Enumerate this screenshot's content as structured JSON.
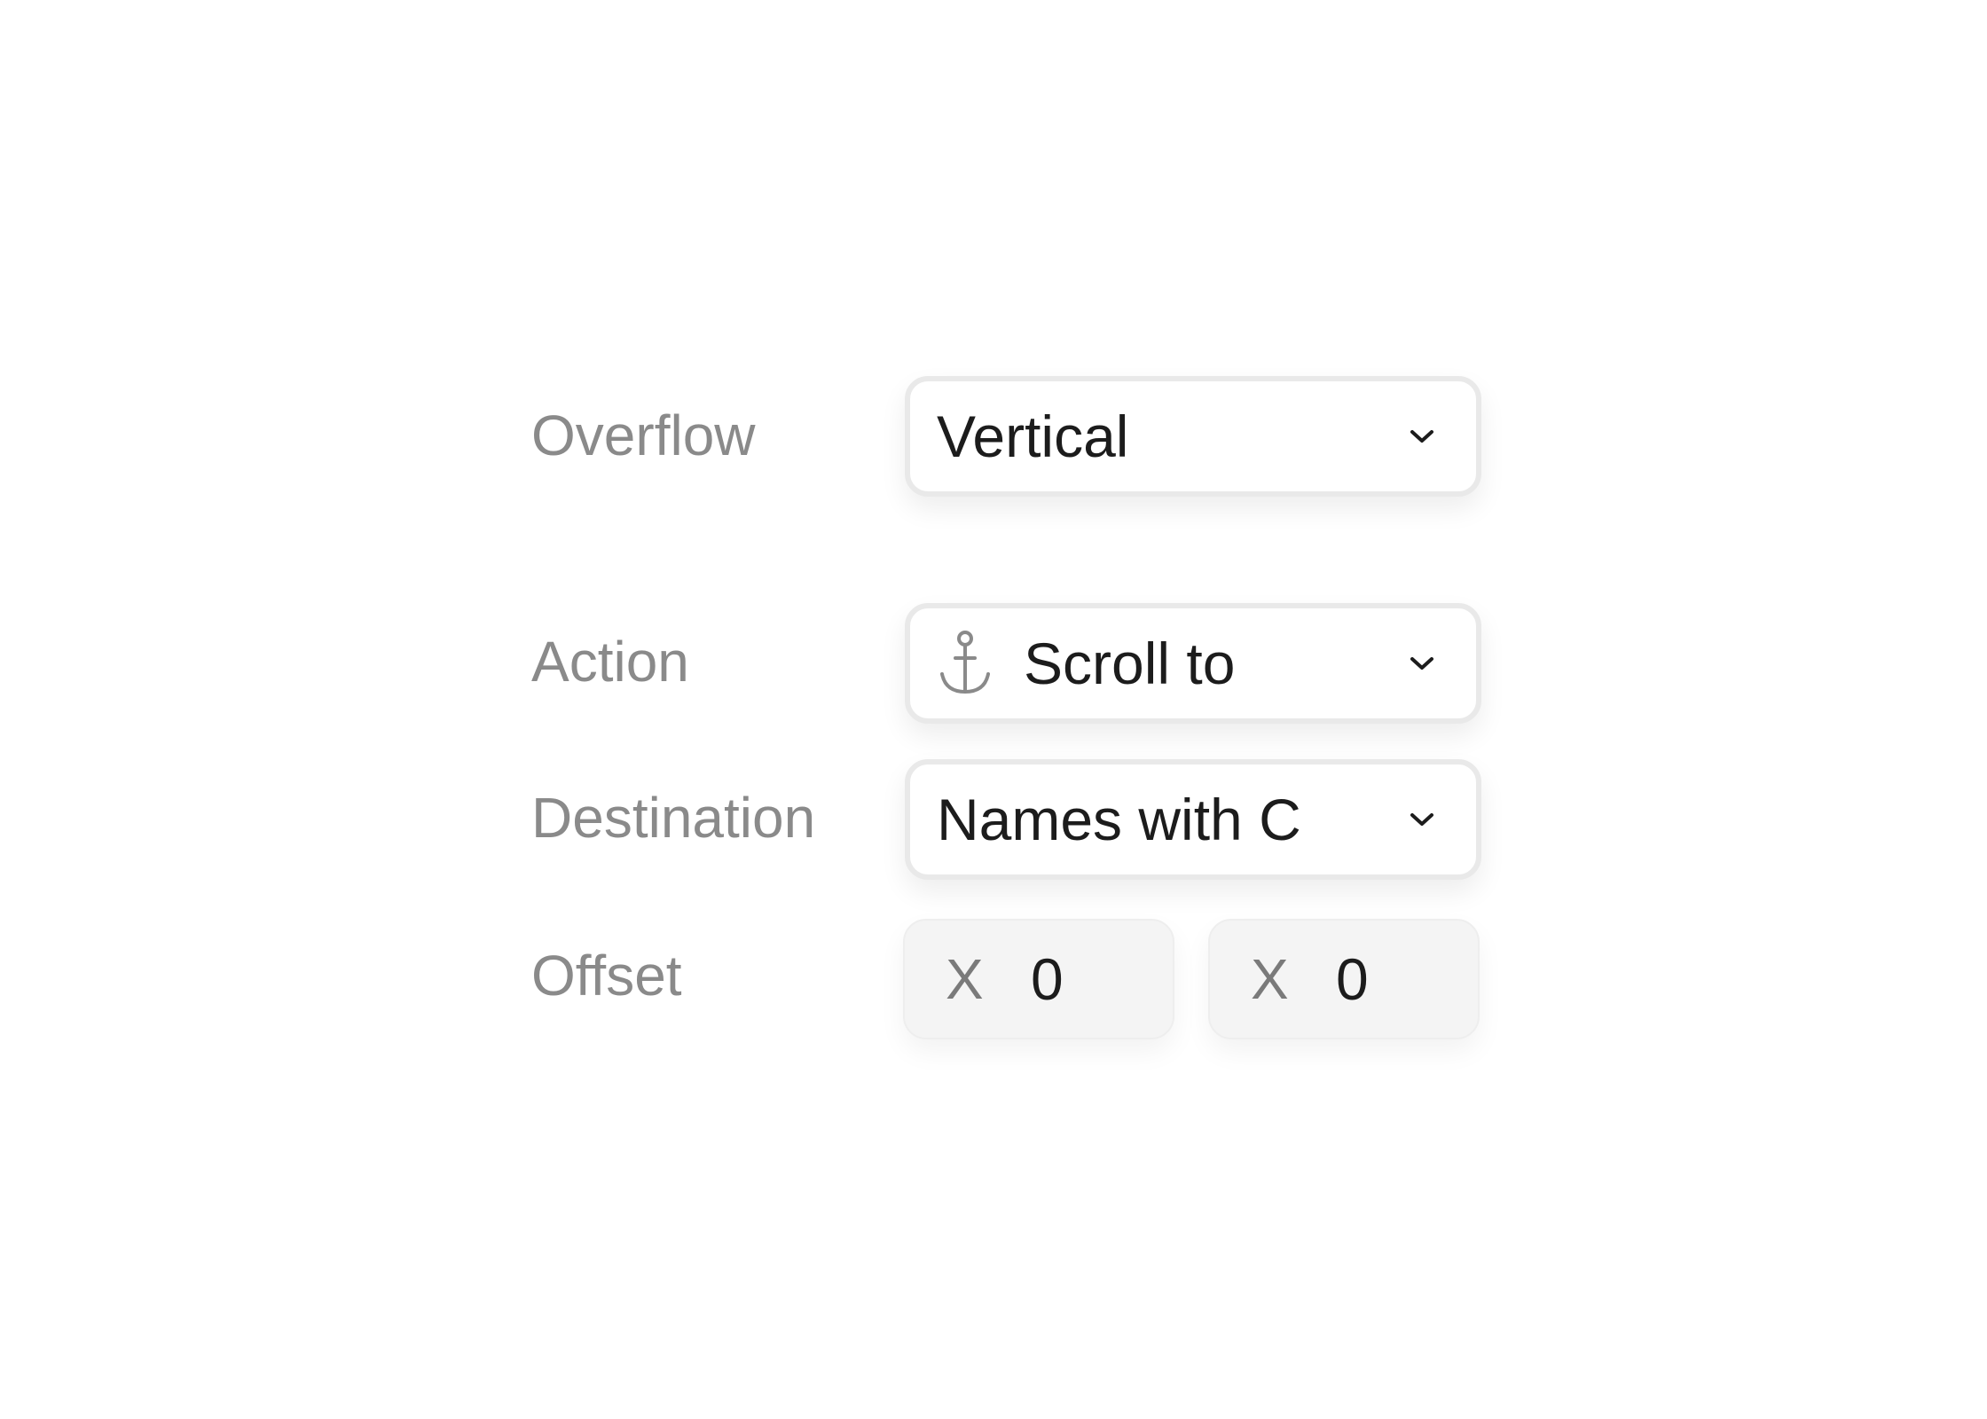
{
  "overflow": {
    "label": "Overflow",
    "value": "Vertical",
    "icon": "chevron-down-icon"
  },
  "action": {
    "label": "Action",
    "value": "Scroll to",
    "icon": "anchor-icon",
    "dropdown_icon": "chevron-down-icon"
  },
  "destination": {
    "label": "Destination",
    "value": "Names with C",
    "icon": "chevron-down-icon"
  },
  "offset": {
    "label": "Offset",
    "fields": [
      {
        "axis": "X",
        "value": "0"
      },
      {
        "axis": "X",
        "value": "0"
      }
    ]
  },
  "colors": {
    "label_text": "#8a8a8a",
    "value_text": "#1c1c1c",
    "field_border": "#e9e9e9",
    "number_field_bg": "#f4f4f4"
  }
}
